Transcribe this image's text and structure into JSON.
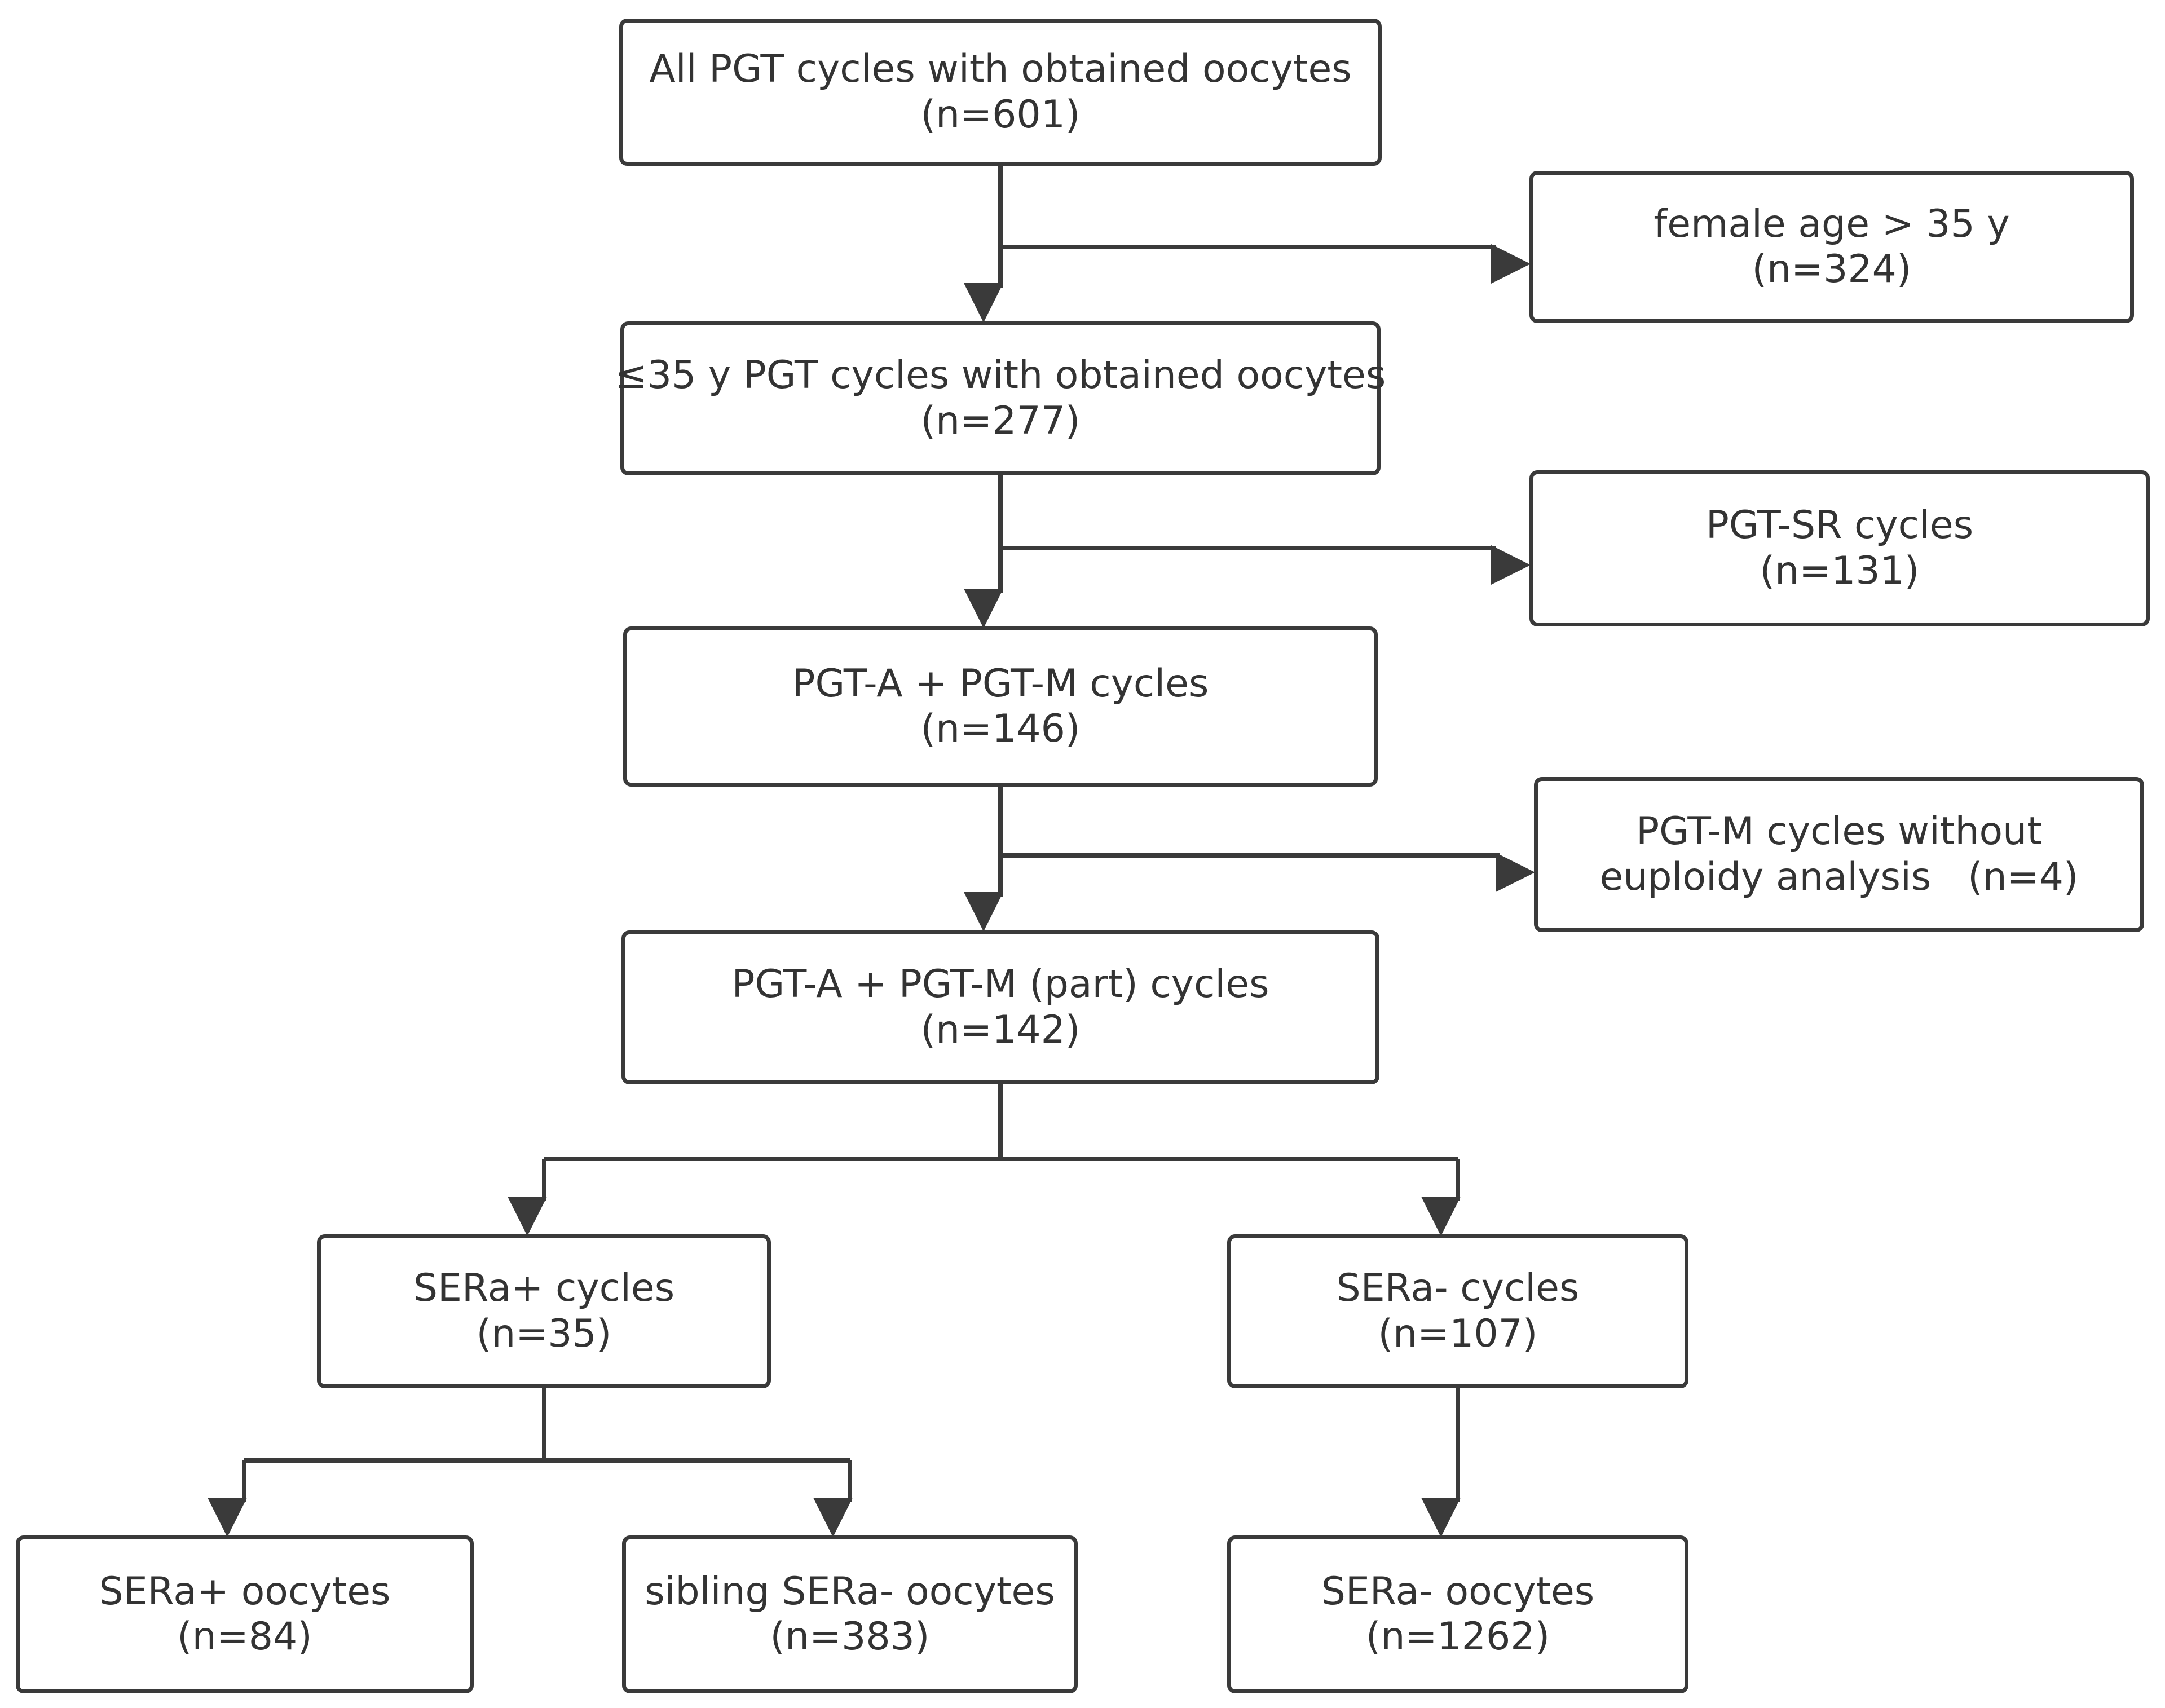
{
  "colors": {
    "stroke": "#3a3a3a",
    "text": "#333333",
    "background": "#ffffff"
  },
  "boxes": {
    "all_cycles": {
      "line1": "All PGT cycles with obtained oocytes",
      "line2": "(n=601)"
    },
    "female_age": {
      "line1": "female age > 35 y",
      "line2": "(n=324)"
    },
    "le35_cycles": {
      "line1": "≤35 y PGT cycles with obtained oocytes",
      "line2": "(n=277)"
    },
    "pgt_sr": {
      "line1": "PGT-SR cycles",
      "line2": "(n=131)"
    },
    "pgt_a_m": {
      "line1": "PGT-A + PGT-M cycles",
      "line2": "(n=146)"
    },
    "pgt_m_no_euploidy": {
      "line1": "PGT-M cycles without",
      "line2": "euploidy analysis   (n=4)"
    },
    "pgt_a_m_part": {
      "line1": "PGT-A + PGT-M (part) cycles",
      "line2": "(n=142)"
    },
    "sera_pos_cycles": {
      "line1": "SERa+ cycles",
      "line2": "(n=35)"
    },
    "sera_neg_cycles": {
      "line1": "SERa- cycles",
      "line2": "(n=107)"
    },
    "sera_pos_oocytes": {
      "line1": "SERa+ oocytes",
      "line2": "(n=84)"
    },
    "sibling_oocytes": {
      "line1": "sibling SERa- oocytes",
      "line2": "(n=383)"
    },
    "sera_neg_oocytes": {
      "line1": "SERa- oocytes",
      "line2": "(n=1262)"
    }
  }
}
